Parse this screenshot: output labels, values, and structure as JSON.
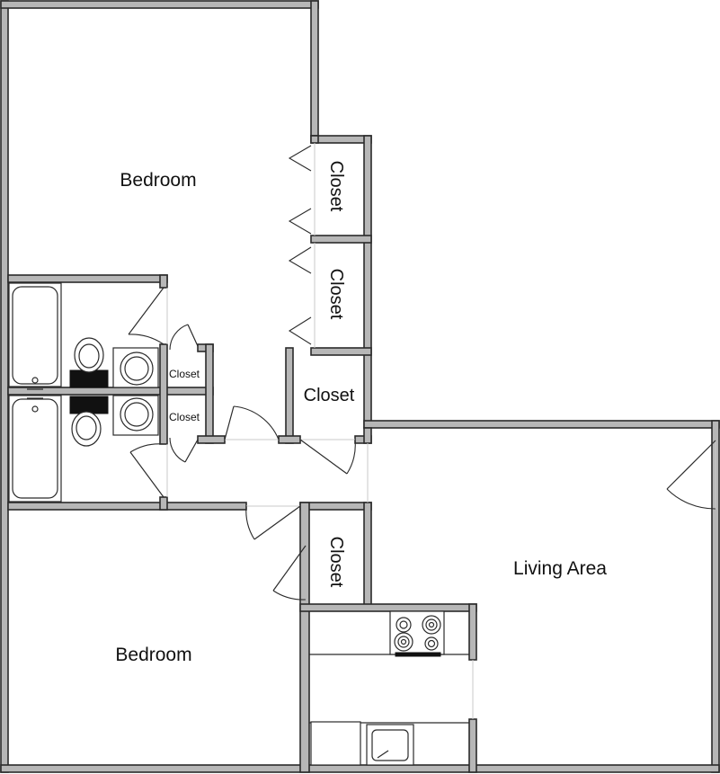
{
  "rooms": {
    "bedroom_top": "Bedroom",
    "bedroom_bottom": "Bedroom",
    "living_area": "Living Area",
    "closet_1": "Closet",
    "closet_2": "Closet",
    "closet_3": "Closet",
    "closet_4": "Closet",
    "closet_bath_1": "Closet",
    "closet_bath_2": "Closet"
  },
  "colors": {
    "wall_fill": "#b7b7b7",
    "wall_line": "#2b2b2b",
    "background": "#ffffff"
  }
}
